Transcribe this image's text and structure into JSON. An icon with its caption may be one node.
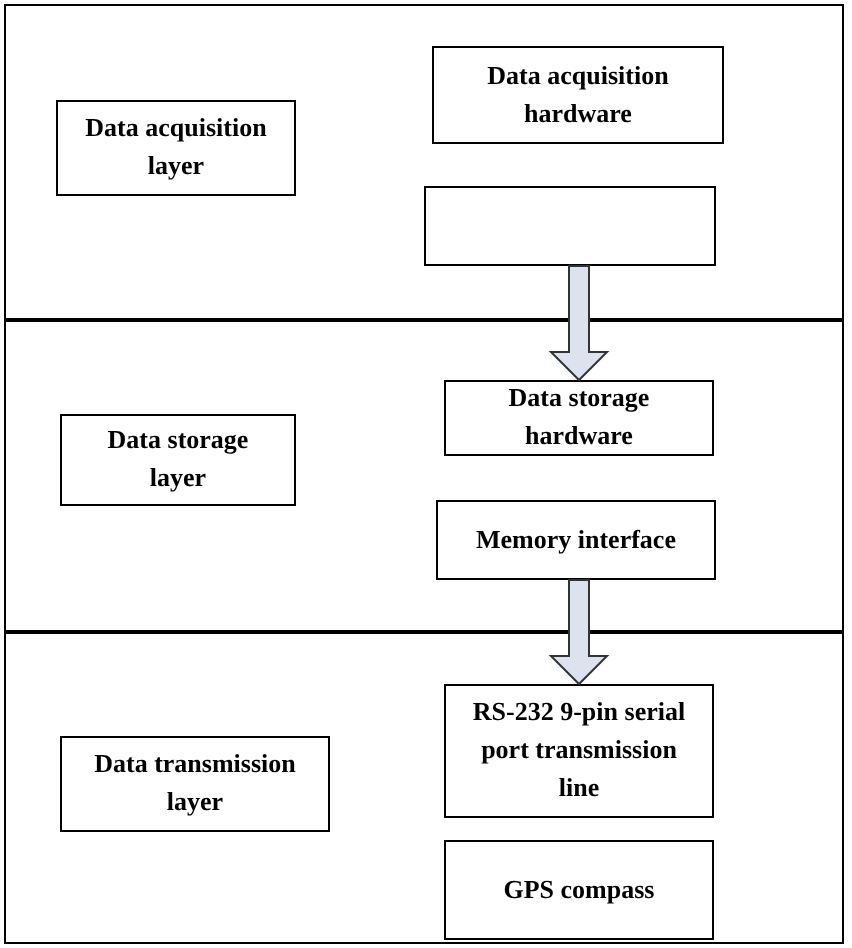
{
  "diagram": {
    "nodes": [
      {
        "text": [],
        "shape": "box"
      },
      {
        "text": [
          "Data acquisition layer"
        ],
        "in": 0
      },
      {
        "text": [
          "Data acquisition hardware"
        ],
        "in": 0
      },
      {
        "text": [],
        "shape": "box",
        "in": 0
      },
      {
        "text": [],
        "shape": "box"
      },
      {
        "text": [
          "Data storage layer"
        ],
        "in": 4
      },
      {
        "text": [
          "Data storage hardware"
        ],
        "in": 4
      },
      {
        "text": [
          "Memory interface"
        ],
        "in": 4
      },
      {
        "text": [],
        "shape": "box"
      },
      {
        "text": [
          "Data transmission layer"
        ],
        "in": 8
      },
      {
        "text": [
          "RS-232 9-pin serial port transmission line"
        ],
        "in": 8
      },
      {
        "text": [
          "GPS compass"
        ],
        "in": 8
      }
    ],
    "edges": [
      {
        "from": 3,
        "to": 6,
        "arrow": "to"
      },
      {
        "from": 7,
        "to": 10,
        "arrow": "to"
      }
    ]
  }
}
